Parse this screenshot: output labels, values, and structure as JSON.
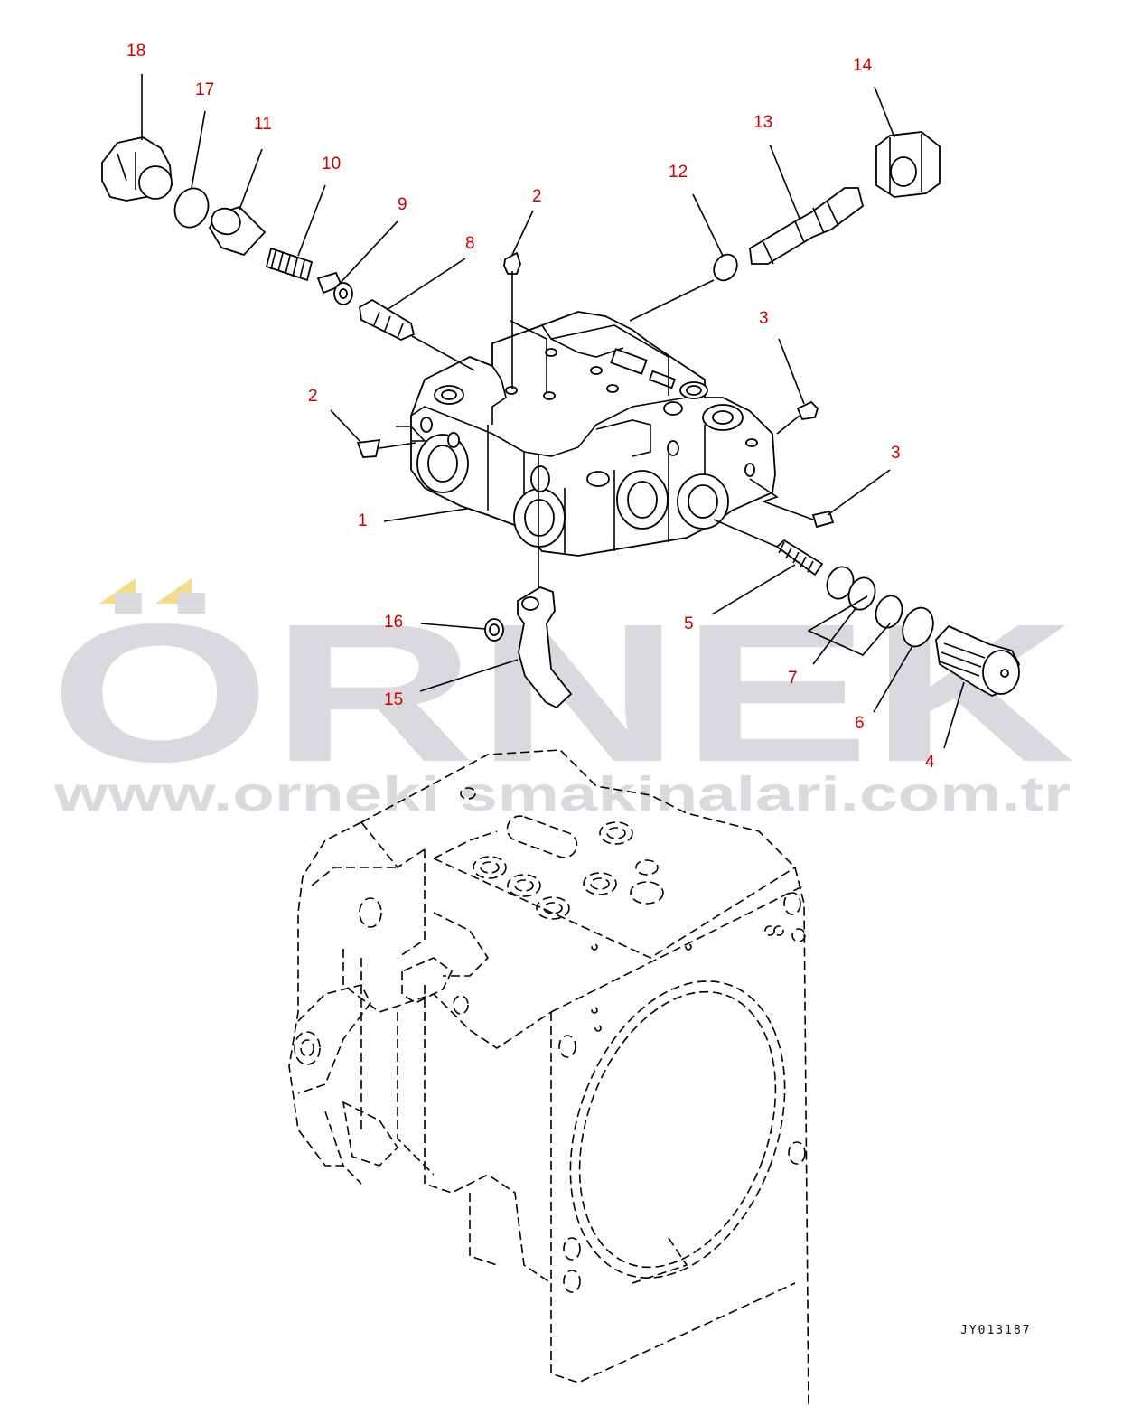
{
  "callouts": [
    {
      "id": "c18",
      "label": "18"
    },
    {
      "id": "c17",
      "label": "17"
    },
    {
      "id": "c11",
      "label": "11"
    },
    {
      "id": "c10",
      "label": "10"
    },
    {
      "id": "c9",
      "label": "9"
    },
    {
      "id": "c8",
      "label": "8"
    },
    {
      "id": "c2a",
      "label": "2"
    },
    {
      "id": "c12",
      "label": "12"
    },
    {
      "id": "c13",
      "label": "13"
    },
    {
      "id": "c14",
      "label": "14"
    },
    {
      "id": "c3a",
      "label": "3"
    },
    {
      "id": "c2b",
      "label": "2"
    },
    {
      "id": "c3b",
      "label": "3"
    },
    {
      "id": "c1",
      "label": "1"
    },
    {
      "id": "c16",
      "label": "16"
    },
    {
      "id": "c15",
      "label": "15"
    },
    {
      "id": "c5",
      "label": "5"
    },
    {
      "id": "c7",
      "label": "7"
    },
    {
      "id": "c6",
      "label": "6"
    },
    {
      "id": "c4",
      "label": "4"
    }
  ],
  "watermark": {
    "brand": "ÖRNEK",
    "url": "www.orneki smakinalari.com.tr"
  },
  "drawing_ref": "JY013187",
  "colors": {
    "callout": "#cc0000",
    "watermark": "#dcd9de",
    "watermark_accent": "#f2dc8c"
  }
}
